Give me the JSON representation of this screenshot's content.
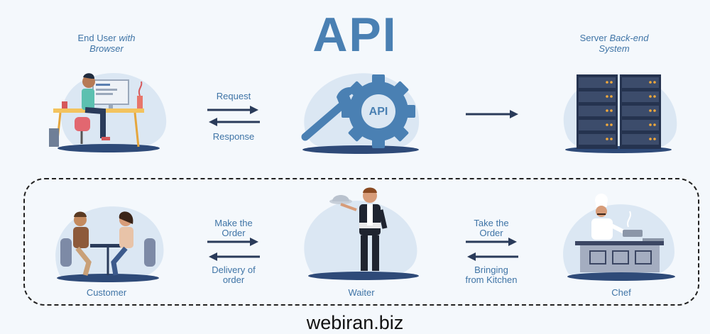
{
  "title": "API",
  "top": {
    "end_user_caption": {
      "normal": "End User",
      "italic": "with",
      "line2": "Browser"
    },
    "server_caption": {
      "normal": "Server",
      "italic": "Back-end",
      "line2": "System"
    },
    "request_label": "Request",
    "response_label": "Response",
    "gear_label": "API"
  },
  "bottom": {
    "make_order": [
      "Make the",
      "Order"
    ],
    "delivery": [
      "Delivery of",
      "order"
    ],
    "take_order": [
      "Take the",
      "Order"
    ],
    "bringing": [
      "Bringing",
      "from Kitchen"
    ],
    "customer_label": "Customer",
    "waiter_label": "Waiter",
    "chef_label": "Chef"
  },
  "footer": "webiran.biz",
  "colors": {
    "accent": "#4a80b3",
    "blob": "#dbe7f3",
    "dark": "#2a3b5a"
  }
}
